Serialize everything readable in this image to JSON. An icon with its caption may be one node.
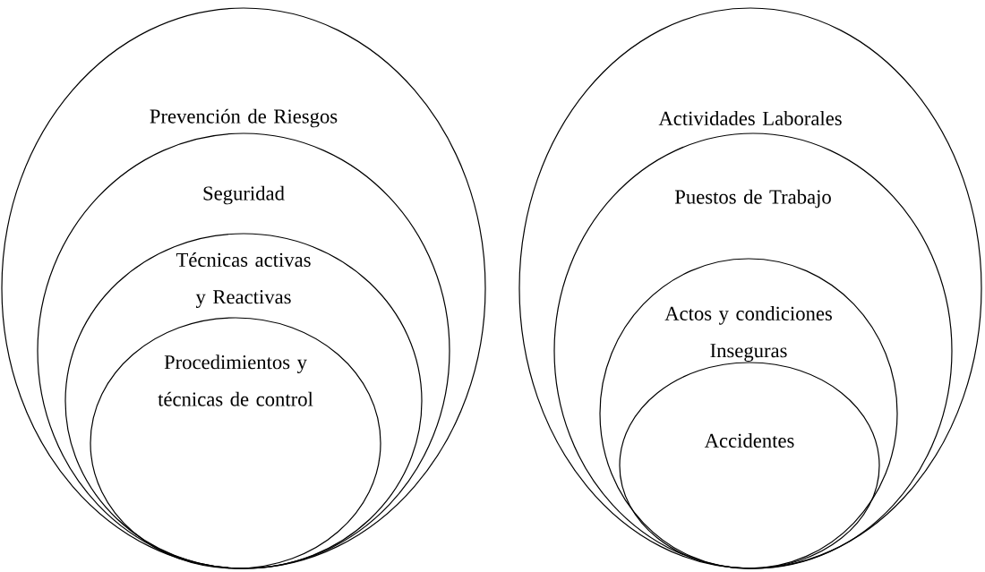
{
  "diagram": {
    "nodes": [
      {
        "text": [
          "Prevención de Riesgos"
        ]
      },
      {
        "text": [
          "Seguridad"
        ],
        "in": 0
      },
      {
        "text": [
          "Técnicas activas y Reactivas"
        ],
        "in": 1
      },
      {
        "text": [
          "Procedimientos y técnicas de control"
        ],
        "in": 2
      },
      {
        "text": [
          "Actividades Laborales"
        ]
      },
      {
        "text": [
          "Puestos de Trabajo"
        ],
        "in": 4
      },
      {
        "text": [
          "Actos y condiciones Inseguras"
        ],
        "in": 5
      },
      {
        "text": [
          "Accidentes"
        ],
        "in": 6
      }
    ]
  }
}
